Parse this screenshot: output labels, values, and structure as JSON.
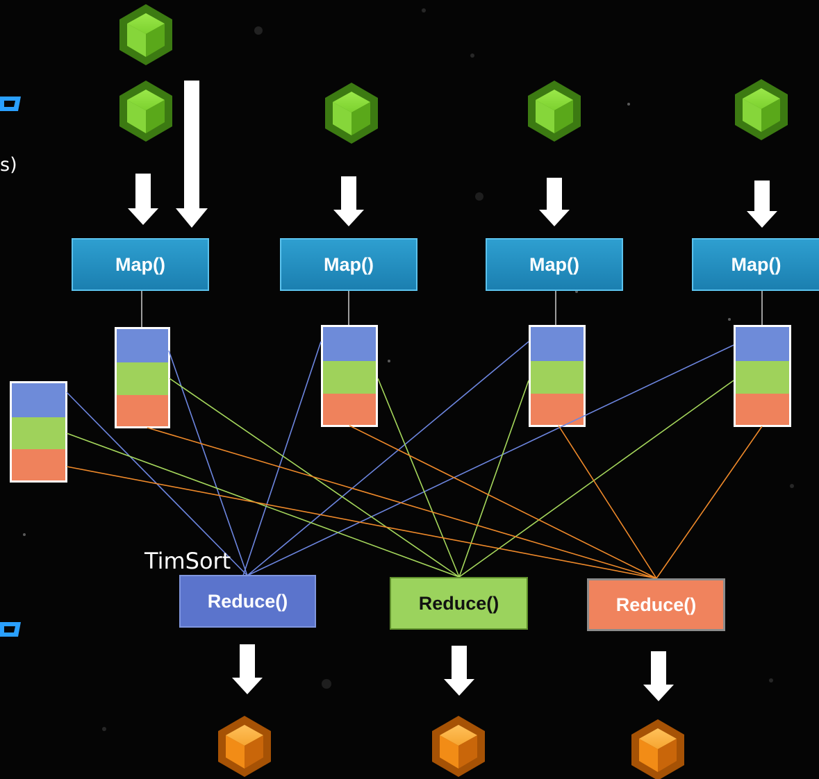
{
  "left_fragments": {
    "paren_text": "s)"
  },
  "map_label": "Map()",
  "reduce_labels": [
    "Reduce()",
    "Reduce()",
    "Reduce()"
  ],
  "sort_label": "TimSort",
  "colors": {
    "background": "#050505",
    "map_fill": "#2e9fd0",
    "partition_blue": "#6e8bd9",
    "partition_green": "#9fd25b",
    "partition_orange": "#ef825c",
    "line_blue": "#6d86e0",
    "line_green": "#a6d85c",
    "line_orange": "#f08a2a",
    "input_cube": "#7dd12f",
    "output_cube": "#f39a1e",
    "left_glyph": "#2aa0ff"
  },
  "icons": {
    "input": "green-cube-icon",
    "output": "orange-cube-icon",
    "flow": "down-arrow-icon"
  }
}
